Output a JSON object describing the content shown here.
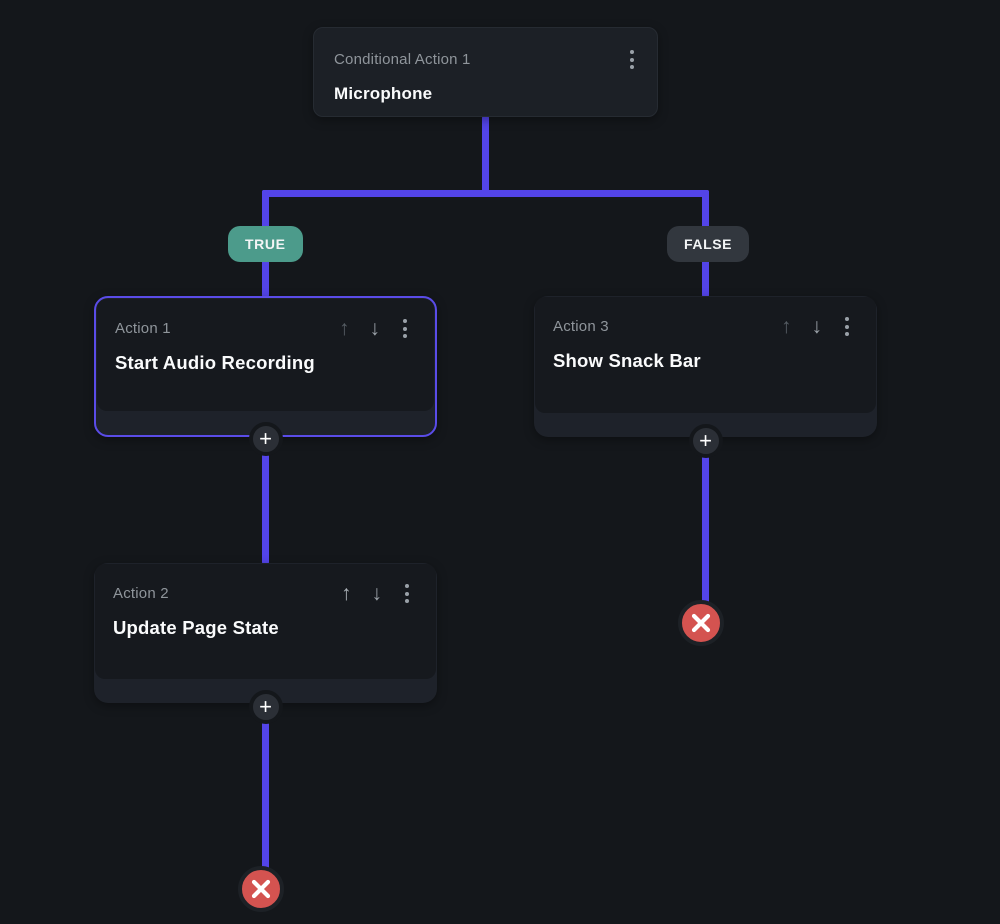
{
  "root_card": {
    "label": "Conditional Action 1",
    "title": "Microphone"
  },
  "branch_badges": {
    "true_label": "TRUE",
    "false_label": "FALSE"
  },
  "action_cards": [
    {
      "label": "Action 1",
      "title": "Start Audio Recording",
      "selected": true
    },
    {
      "label": "Action 2",
      "title": "Update Page State",
      "selected": false
    },
    {
      "label": "Action 3",
      "title": "Show Snack Bar",
      "selected": false
    }
  ],
  "icons": {
    "move_up": "↑",
    "move_down": "↓",
    "add": "+"
  },
  "colors": {
    "background": "#14171b",
    "connector": "#5344e8",
    "selection_border": "#5a4ce8",
    "true_badge": "#4c9b8b",
    "false_badge": "#32373e",
    "terminator": "#d45350",
    "card_wrapper": "#1e222a",
    "card_inner": "#16191e"
  }
}
